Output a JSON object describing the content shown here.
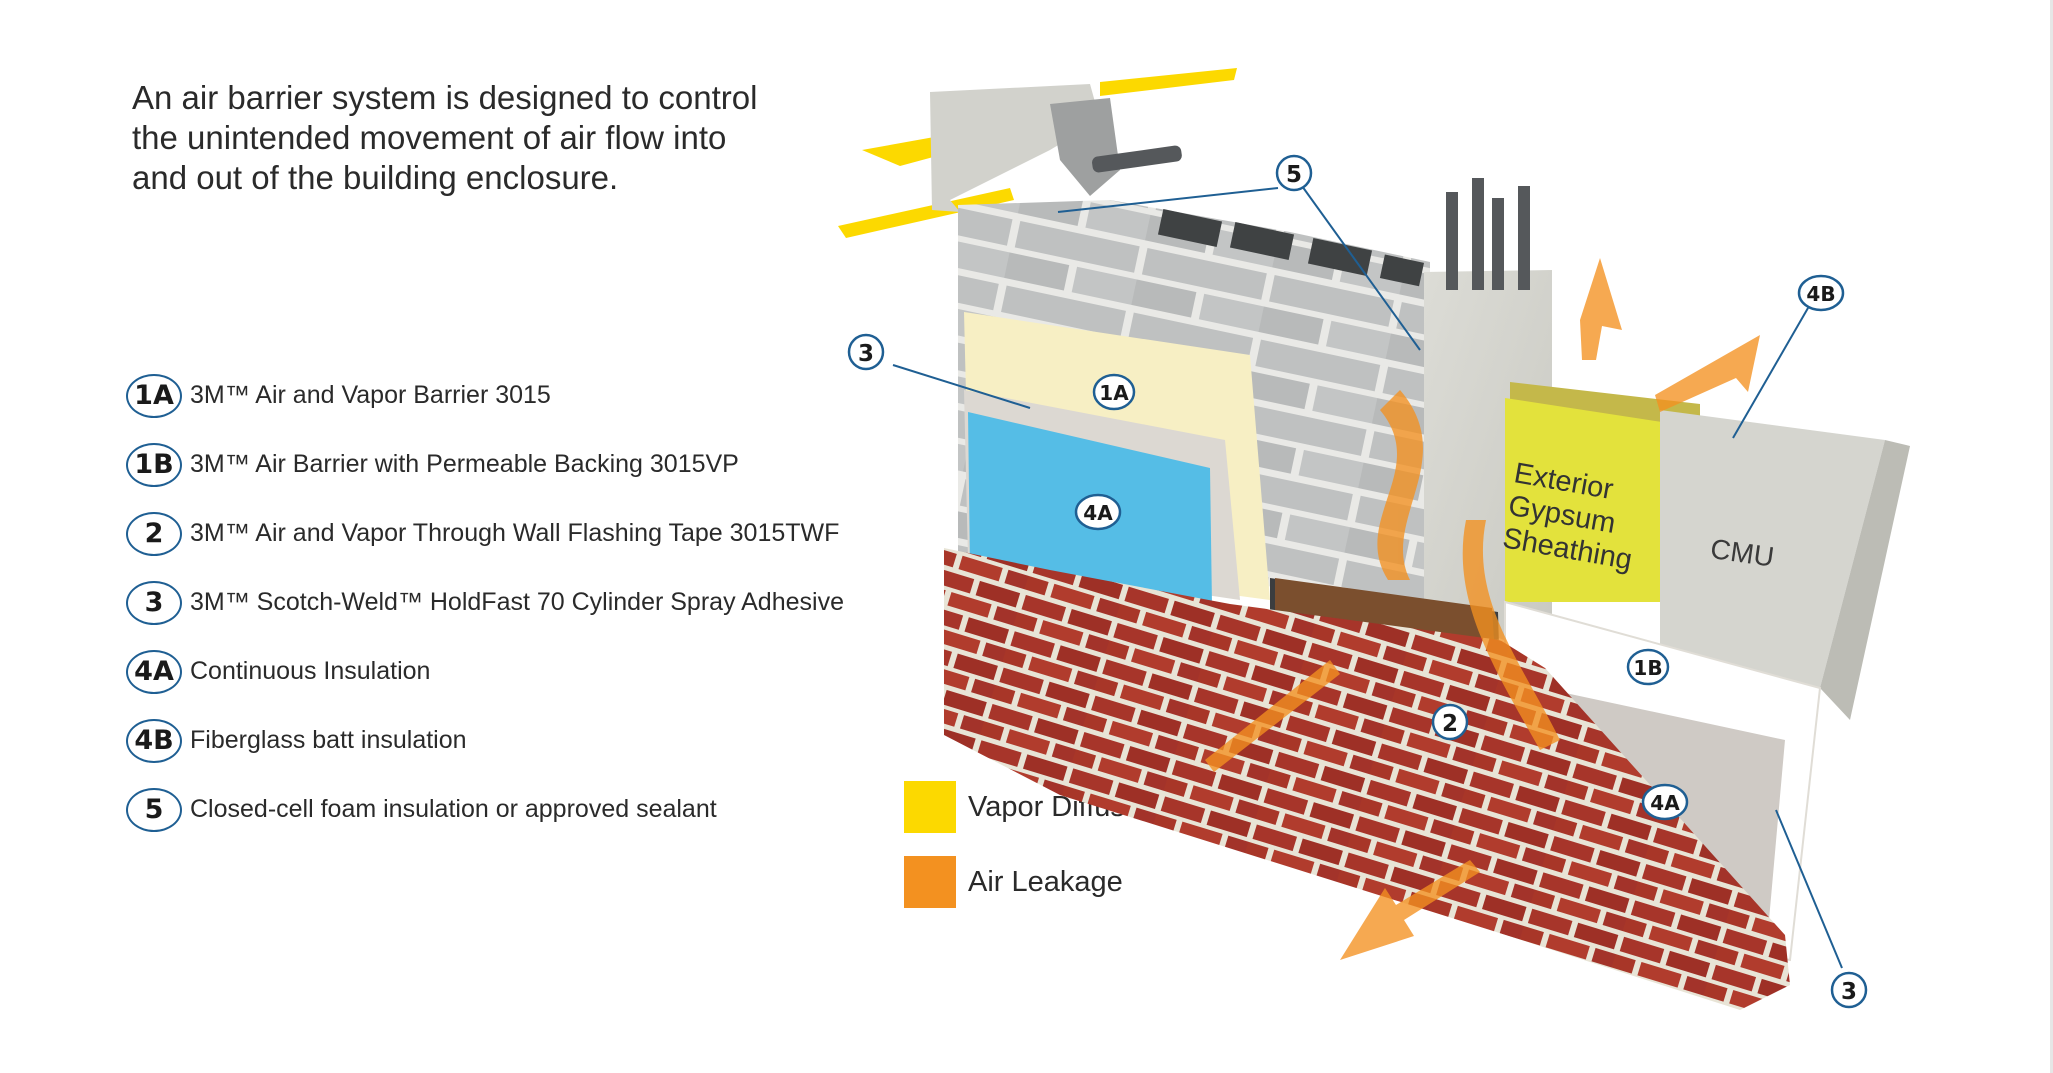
{
  "intro": {
    "line1": "An air barrier system is designed to control",
    "line2": "the unintended movement of air flow into",
    "line3": "and out of the building enclosure."
  },
  "legend": [
    {
      "badge": "1A",
      "text": "3M™ Air and Vapor Barrier 3015"
    },
    {
      "badge": "1B",
      "text": "3M™ Air Barrier with Permeable Backing 3015VP"
    },
    {
      "badge": "2",
      "text": "3M™ Air and Vapor Through Wall Flashing Tape 3015TWF"
    },
    {
      "badge": "3",
      "text": "3M™ Scotch-Weld™ HoldFast 70 Cylinder Spray Adhesive"
    },
    {
      "badge": "4A",
      "text": "Continuous Insulation"
    },
    {
      "badge": "4B",
      "text": "Fiberglass batt insulation"
    },
    {
      "badge": "5",
      "text": "Closed-cell foam insulation or approved sealant"
    }
  ],
  "key": {
    "vapor": {
      "label": "Vapor Diffusion",
      "color": "#fcd900"
    },
    "air": {
      "label": "Air Leakage",
      "color": "#f39120"
    }
  },
  "diagram": {
    "callouts": {
      "c5": "5",
      "c3_left": "3",
      "c1a": "1A",
      "c4a_left": "4A",
      "c2": "2",
      "c4b": "4B",
      "c1b": "1B",
      "c4a_right": "4A",
      "c3_right": "3"
    },
    "labels": {
      "gypsum_1": "Exterior",
      "gypsum_2": "Gypsum",
      "gypsum_3": "Sheathing",
      "cmu": "CMU"
    },
    "colors": {
      "callout_ring": "#1f5f93",
      "brick": "#a7352a",
      "mortar": "#e8e4d6",
      "block": "#bfc1c1",
      "barrier": "#f7efc4",
      "insulation_blue": "#55bde6",
      "gypsum": "#e3e23c",
      "concrete": "#d5d5cf"
    }
  }
}
